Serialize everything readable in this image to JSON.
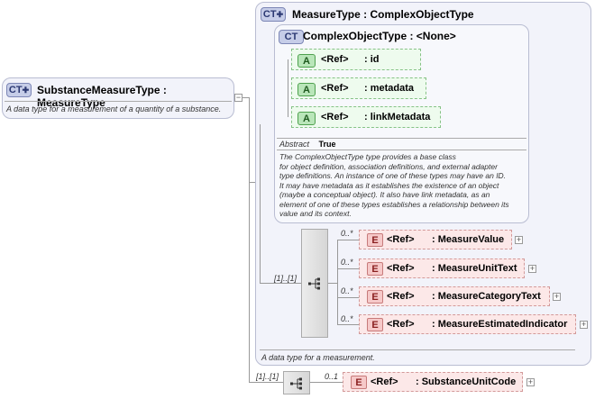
{
  "root": {
    "badge": "CT",
    "title": "SubstanceMeasureType : MeasureType",
    "description": "A data type for a measurement of a quantity of a substance."
  },
  "base": {
    "badge": "CT",
    "title": "MeasureType : ComplexObjectType",
    "description": "A data type for a measurement."
  },
  "complex_object": {
    "badge": "CT",
    "title": "ComplexObjectType : <None>",
    "attributes": [
      {
        "badge": "A",
        "ref": "<Ref>",
        "name": ": id"
      },
      {
        "badge": "A",
        "ref": "<Ref>",
        "name": ": metadata"
      },
      {
        "badge": "A",
        "ref": "<Ref>",
        "name": ": linkMetadata"
      }
    ],
    "abstract_label": "Abstract",
    "abstract_value": "True",
    "documentation": [
      "The ComplexObjectType type provides a base class",
      "for object definition, association definitions, and external adapter",
      "type definitions. An instance of one of these types may have an ID.",
      "It may have metadata as it establishes the existence of an object",
      "(maybe a conceptual object). It also have link metadata, as an",
      "element of one of these types establishes a relationship between its",
      "value and its context."
    ]
  },
  "base_sequence": {
    "multiplicity": "[1]..[1]",
    "elements": [
      {
        "badge": "E",
        "mult": "0..*",
        "ref": "<Ref>",
        "name": ": MeasureValue"
      },
      {
        "badge": "E",
        "mult": "0..*",
        "ref": "<Ref>",
        "name": ": MeasureUnitText"
      },
      {
        "badge": "E",
        "mult": "0..*",
        "ref": "<Ref>",
        "name": ": MeasureCategoryText"
      },
      {
        "badge": "E",
        "mult": "0..*",
        "ref": "<Ref>",
        "name": ": MeasureEstimatedIndicator"
      }
    ]
  },
  "ext_sequence": {
    "multiplicity": "[1]..[1]",
    "element": {
      "badge": "E",
      "mult": "0..1",
      "ref": "<Ref>",
      "name": ": SubstanceUnitCode"
    }
  },
  "icons": {
    "sequence": "sequence-compositor-icon",
    "expand": "expand-plus-icon"
  },
  "colors": {
    "ct_badge": "#c6cde8",
    "attribute_badge": "#b9e6b9",
    "element_badge": "#f6c9c9",
    "element_fill": "#fce8e8",
    "attribute_fill": "#eefbee"
  }
}
